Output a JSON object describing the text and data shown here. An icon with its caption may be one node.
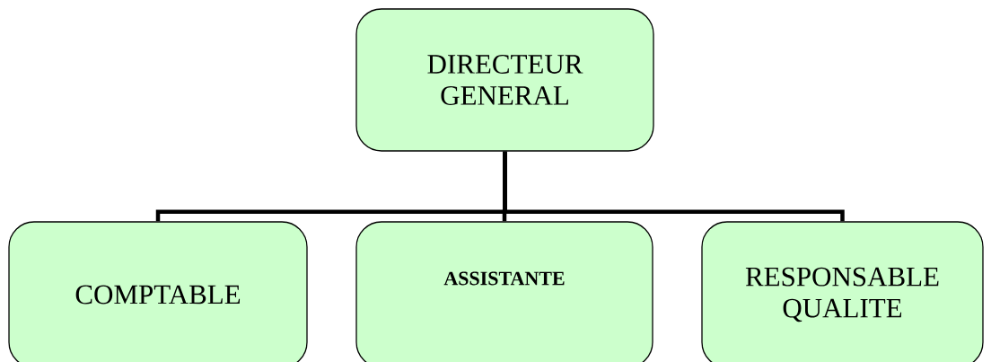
{
  "diagram": {
    "nodes": [
      {
        "text": [
          "DIRECTEUR GENERAL"
        ]
      },
      {
        "text": [
          "COMPTABLE"
        ]
      },
      {
        "text": [
          "ASSISTANTE"
        ]
      },
      {
        "text": [
          "RESPONSABLE QUALITE"
        ]
      }
    ],
    "edges": [
      {
        "from": 0,
        "to": 1,
        "arrow": "none"
      },
      {
        "from": 0,
        "to": 2,
        "arrow": "none"
      },
      {
        "from": 0,
        "to": 3,
        "arrow": "none"
      }
    ]
  }
}
